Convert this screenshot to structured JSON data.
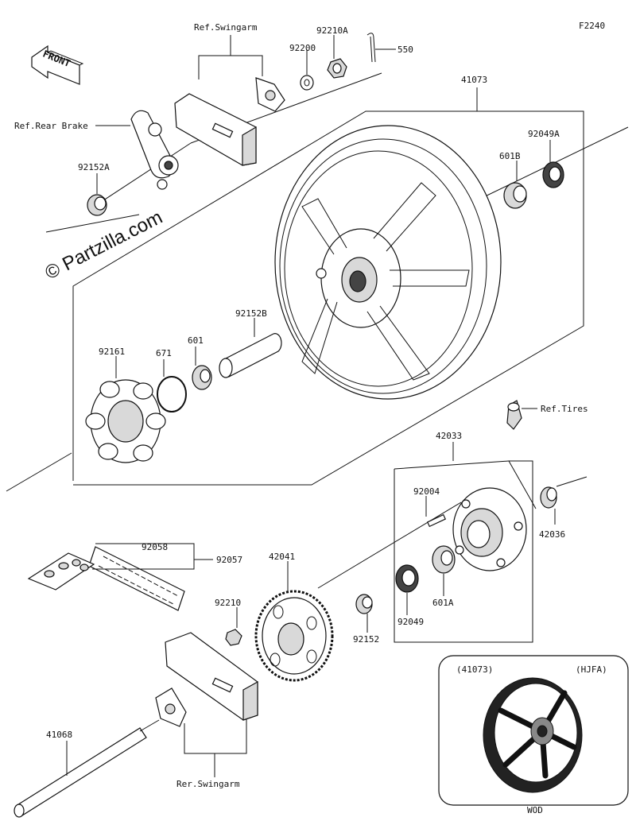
{
  "diagram_code": "F2240",
  "watermark": "© Partzilla.com",
  "front_label": "FRONT",
  "labels": {
    "ref_swingarm": "Ref.Swingarm",
    "p92210A": "92210A",
    "p92200": "92200",
    "p550": "550",
    "ref_rear_brake": "Ref.Rear Brake",
    "p92152A": "92152A",
    "p41073": "41073",
    "p92049A": "92049A",
    "p601B": "601B",
    "p92152B": "92152B",
    "p92161": "92161",
    "p671": "671",
    "p601": "601",
    "ref_tires": "Ref.Tires",
    "p42033": "42033",
    "p92004": "92004",
    "p42036": "42036",
    "p92058": "92058",
    "p92057": "92057",
    "p42041": "42041",
    "p92210": "92210",
    "p601A": "601A",
    "p92049": "92049",
    "p92152": "92152",
    "p41068": "41068",
    "rer_swingarm": "Rer.Swingarm"
  },
  "inset": {
    "part": "(41073)",
    "code": "(HJFA)",
    "color": "WOD"
  }
}
